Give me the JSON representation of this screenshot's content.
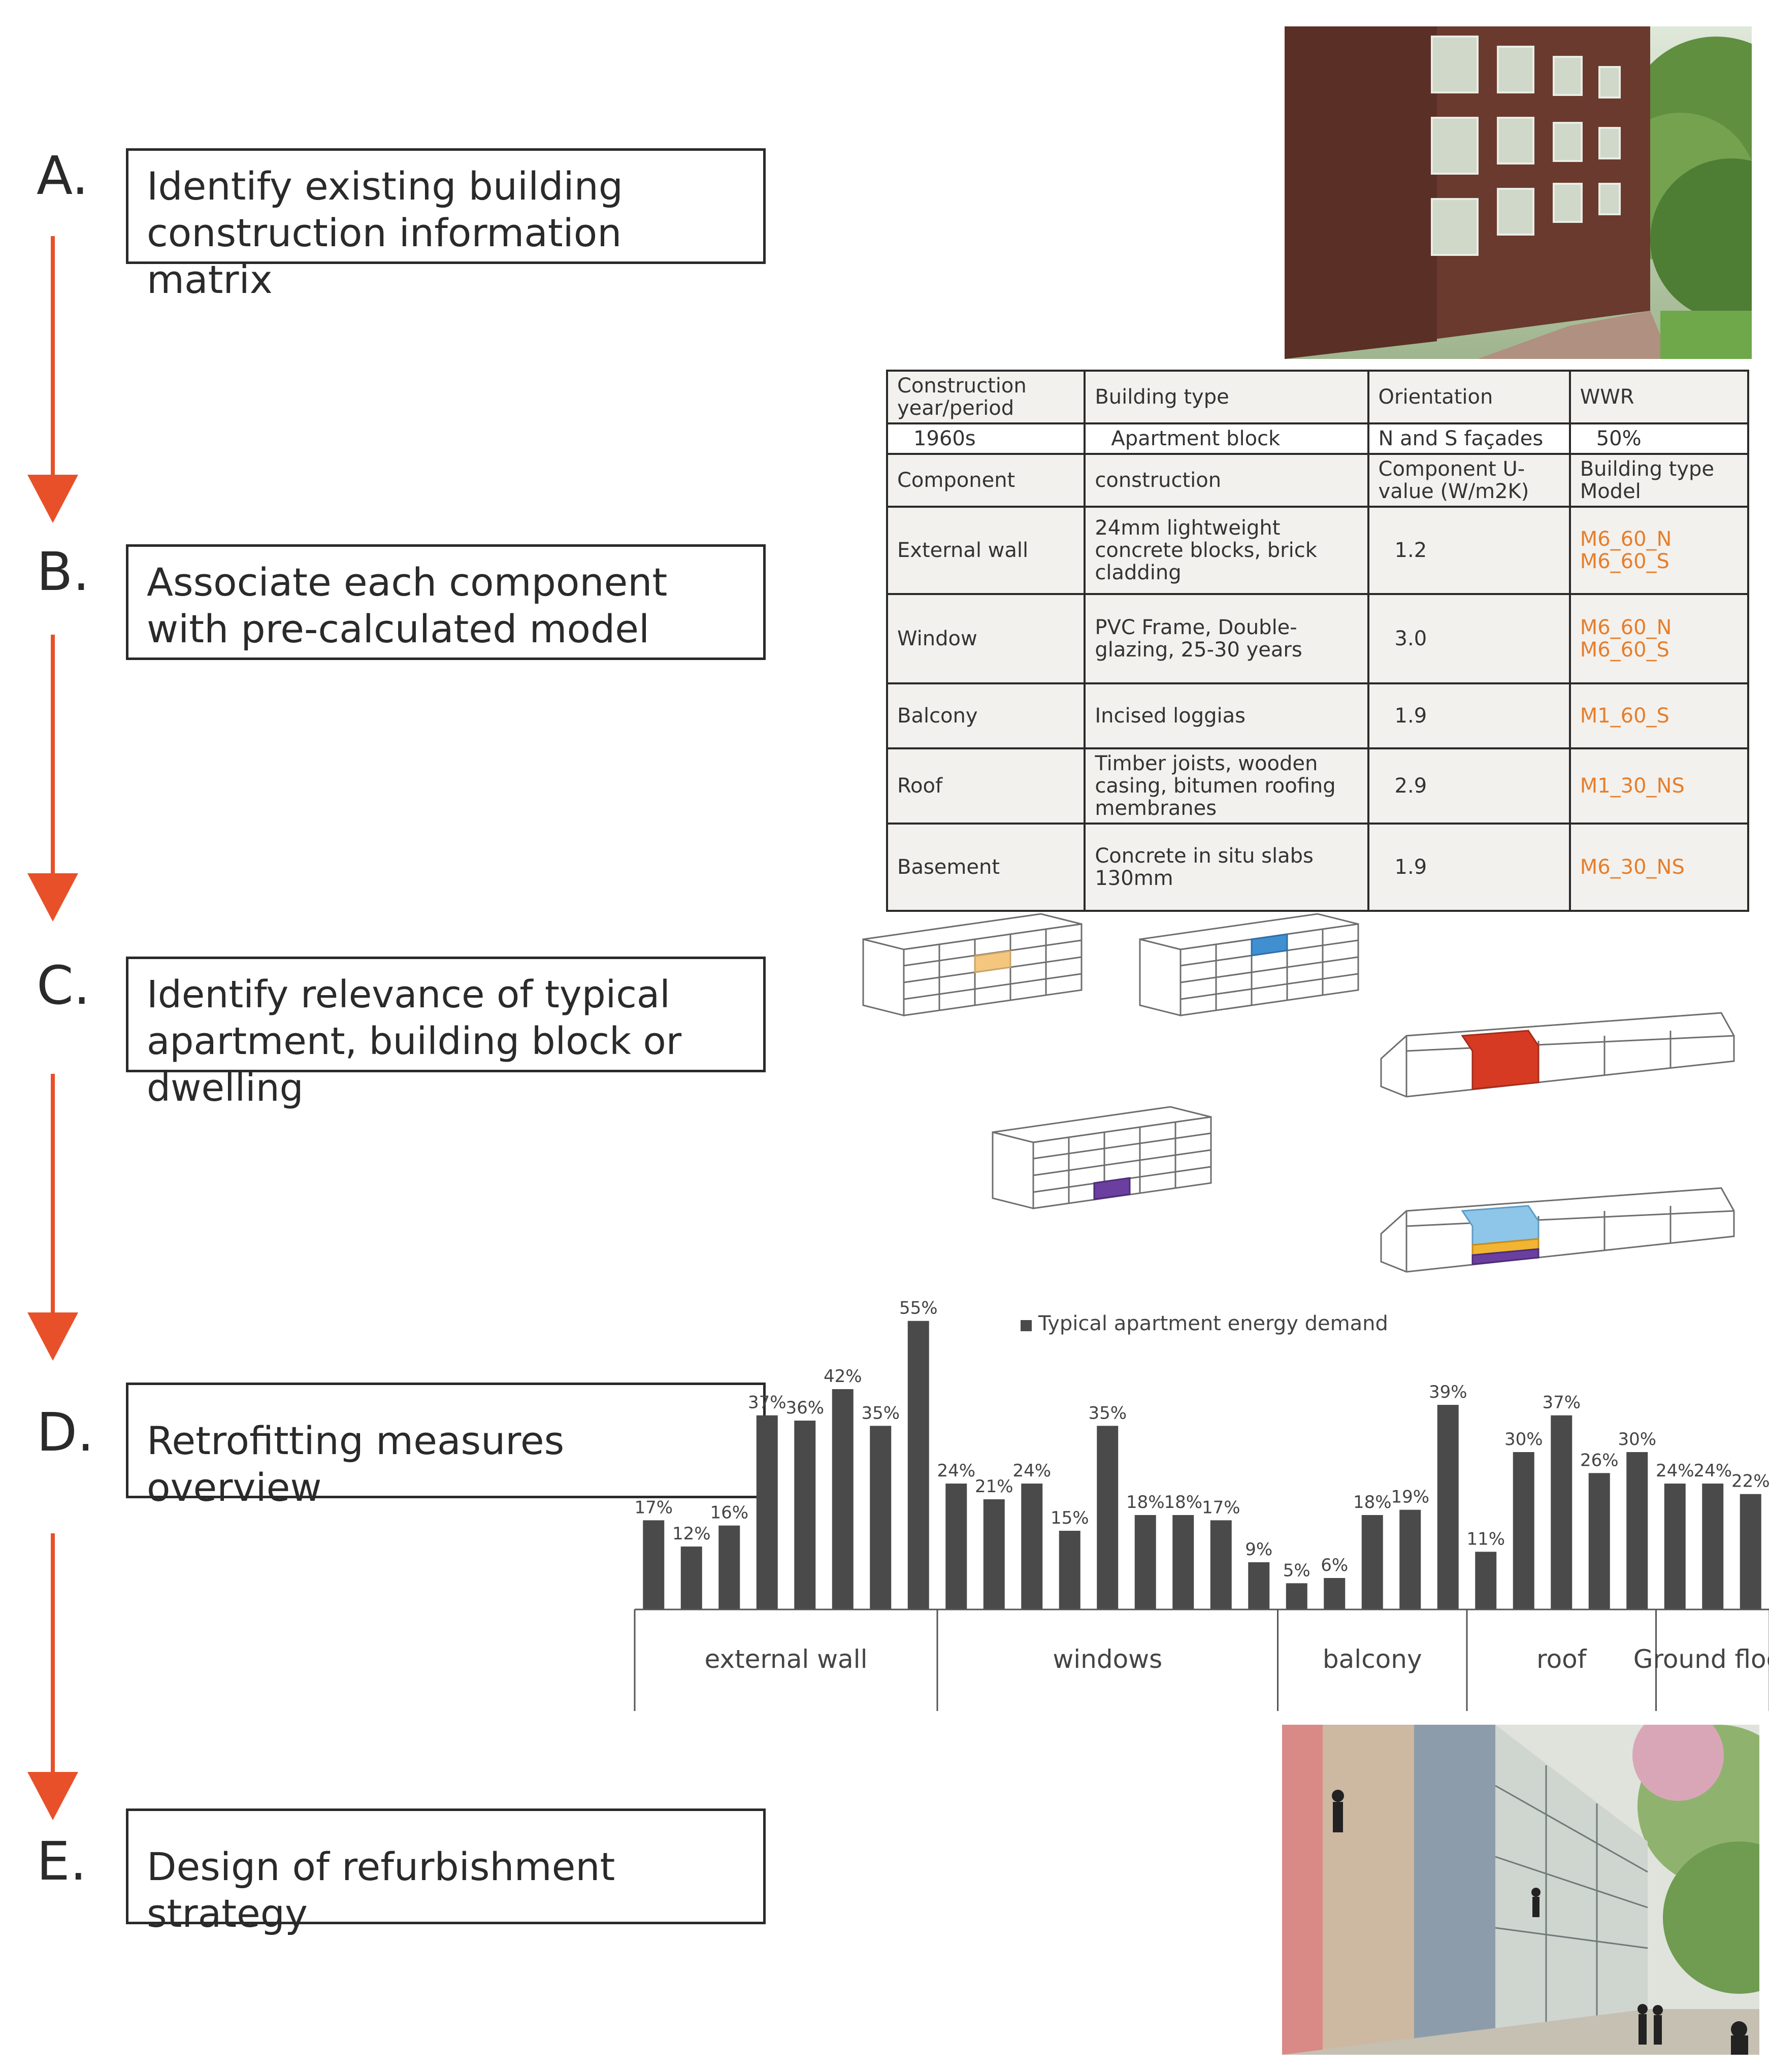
{
  "steps": [
    {
      "letter": "A.",
      "text": "Identify existing building construction information matrix"
    },
    {
      "letter": "B.",
      "text": "Associate each component with pre-calculated model"
    },
    {
      "letter": "C.",
      "text": "Identify relevance of typical apartment, building block or dwelling"
    },
    {
      "letter": "D.",
      "text": "Retrofitting measures overview"
    },
    {
      "letter": "E.",
      "text": "Design of refurbishment strategy"
    }
  ],
  "colors": {
    "arrow": "#e8502a",
    "bars": "#4a4a4a",
    "model_text": "#e67e2b",
    "highlight_yellow": "#f5c77e",
    "highlight_blue": "#3f8fd1",
    "highlight_red": "#d63a22",
    "highlight_purple": "#6b3fa0",
    "highlight_lightblue": "#8ec6ea",
    "highlight_gold": "#f2b531"
  },
  "matrix": {
    "header1": [
      "Construction year/period",
      "Building type",
      "Orientation",
      "WWR"
    ],
    "values1": [
      "1960s",
      "Apartment block",
      "N and S façades",
      "50%"
    ],
    "header2": [
      "Component",
      "construction",
      "Component U-value (W/m2K)",
      "Building type Model"
    ],
    "rows": [
      {
        "component": "External wall",
        "construction": "24mm lightweight concrete blocks, brick cladding",
        "u": "1.2",
        "models": [
          "M6_60_N",
          "M6_60_S"
        ]
      },
      {
        "component": "Window",
        "construction": "PVC Frame, Double-glazing, 25-30 years",
        "u": "3.0",
        "models": [
          "M6_60_N",
          "M6_60_S"
        ]
      },
      {
        "component": "Balcony",
        "construction": "Incised loggias",
        "u": "1.9",
        "models": [
          "M1_60_S"
        ]
      },
      {
        "component": "Roof",
        "construction": "Timber joists, wooden casing, bitumen roofing membranes",
        "u": "2.9",
        "models": [
          "M1_30_NS"
        ]
      },
      {
        "component": "Basement",
        "construction": "Concrete in situ slabs 130mm",
        "u": "1.9",
        "models": [
          "M6_30_NS"
        ]
      }
    ]
  },
  "chart_data": {
    "type": "bar",
    "title": "",
    "ylabel": "",
    "ylim": [
      0,
      60
    ],
    "series": [
      {
        "name": "Typical apartment energy demand",
        "values": [
          17,
          12,
          16,
          37,
          36,
          42,
          35,
          55,
          24,
          21,
          24,
          15,
          35,
          18,
          18,
          17,
          9,
          5,
          6,
          18,
          19,
          39,
          11,
          30,
          37,
          26,
          30,
          24,
          24,
          22
        ]
      }
    ],
    "data_labels": [
      "17%",
      "12%",
      "16%",
      "37%",
      "36%",
      "42%",
      "35%",
      "55%",
      "24%",
      "21%",
      "24%",
      "15%",
      "35%",
      "18%",
      "18%",
      "17%",
      "9%",
      "5%",
      "6%",
      "18%",
      "19%",
      "39%",
      "11%",
      "30%",
      "37%",
      "26%",
      "30%",
      "24%",
      "24%",
      "22%"
    ],
    "groups": [
      {
        "label": "external wall",
        "count": 8
      },
      {
        "label": "windows",
        "count": 9
      },
      {
        "label": "balcony",
        "count": 5
      },
      {
        "label": "roof",
        "count": 5
      },
      {
        "label": "Ground floor",
        "count": 3
      }
    ],
    "legend_position": "top-center"
  }
}
